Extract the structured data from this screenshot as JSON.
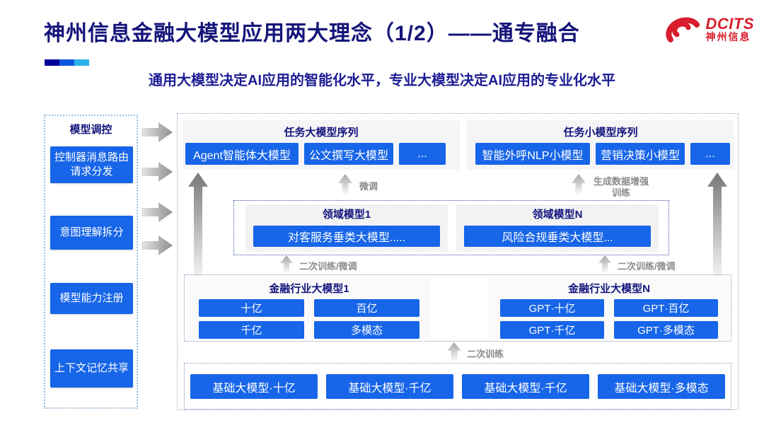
{
  "page": {
    "title": "神州信息金融大模型应用两大理念（1/2）——通专融合",
    "subtitle": "通用大模型决定AI应用的智能化水平，专业大模型决定AI应用的专业化水平"
  },
  "logo": {
    "brand": "DCITS",
    "brand_cn": "神州信息"
  },
  "sidebar": {
    "title": "模型调控",
    "items": [
      "控制器消息路由请求分发",
      "意图理解拆分",
      "模型能力注册",
      "上下文记忆共享"
    ]
  },
  "diagram": {
    "task_large": {
      "title": "任务大模型序列",
      "items": [
        "Agent智能体大模型",
        "公文撰写大模型",
        "..."
      ]
    },
    "task_small": {
      "title": "任务小模型序列",
      "items": [
        "智能外呼NLP小模型",
        "营销决策小模型",
        "..."
      ]
    },
    "labels": {
      "finetune": "微调",
      "gen_data_training": "生成数据增强训练",
      "secondary_finetune_left": "二次训练/微调",
      "secondary_finetune_right": "二次训练/微调",
      "secondary_training": "二次训练"
    },
    "domain": {
      "d1": {
        "title": "领域模型1",
        "item": "对客服务垂类大模型....."
      },
      "dn": {
        "title": "领域模型N",
        "item": "风险合规垂类大模型..."
      }
    },
    "industry": {
      "i1": {
        "title": "金融行业大模型1",
        "items": [
          "十亿",
          "百亿",
          "千亿",
          "多模态"
        ]
      },
      "iN": {
        "title": "金融行业大模型N",
        "items": [
          "GPT·十亿",
          "GPT·百亿",
          "GPT·千亿",
          "GPT·多模态"
        ]
      }
    },
    "base": {
      "items": [
        "基础大模型·十亿",
        "基础大模型·千亿",
        "基础大模型·千亿",
        "基础大模型·多模态"
      ]
    }
  },
  "colors": {
    "accent_blue": "#1765e8",
    "navy": "#14147a",
    "brand_red": "#d81e2c"
  }
}
